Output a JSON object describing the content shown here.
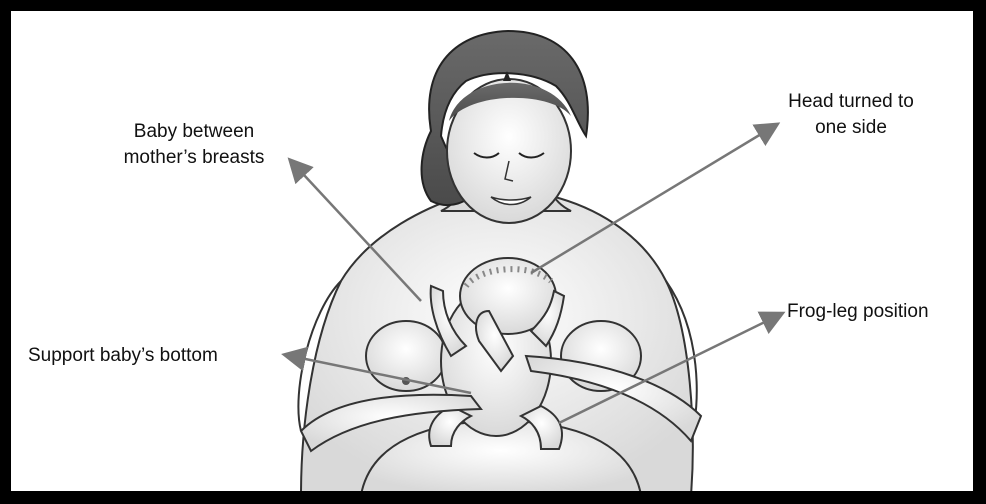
{
  "labels": {
    "baby_between_breasts": "Baby between\nmother’s breasts",
    "head_turned": "Head turned to\none side",
    "frog_leg": "Frog-leg position",
    "support_bottom": "Support baby’s bottom"
  },
  "colors": {
    "frame": "#000000",
    "background": "#ffffff",
    "line_art": "#333333",
    "shading": "#cfcfcf",
    "arrow": "#777777",
    "hair": "#555555"
  }
}
